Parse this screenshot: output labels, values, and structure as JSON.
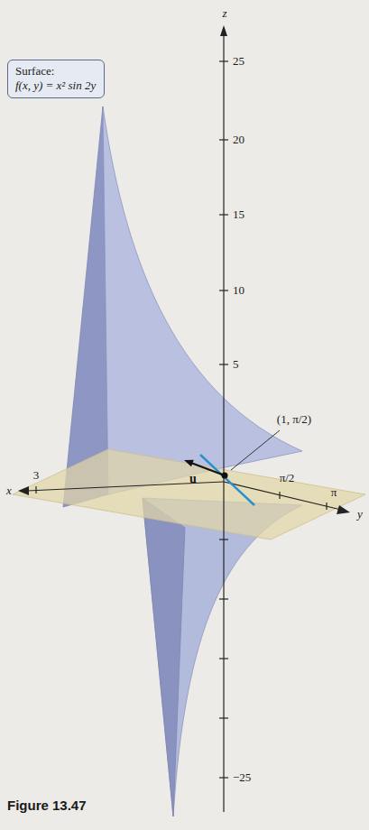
{
  "diagram": {
    "caption": "Figure 13.47",
    "nodes": [
      {
        "text": [
          "Surface:",
          "f(x, y) = x² sin 2y"
        ]
      }
    ],
    "labels": [
      "z",
      "25",
      "20",
      "15",
      "10",
      "5",
      "−25",
      "x",
      "3",
      "π/2",
      "π",
      "y",
      "u",
      "(1, π/2)"
    ]
  }
}
